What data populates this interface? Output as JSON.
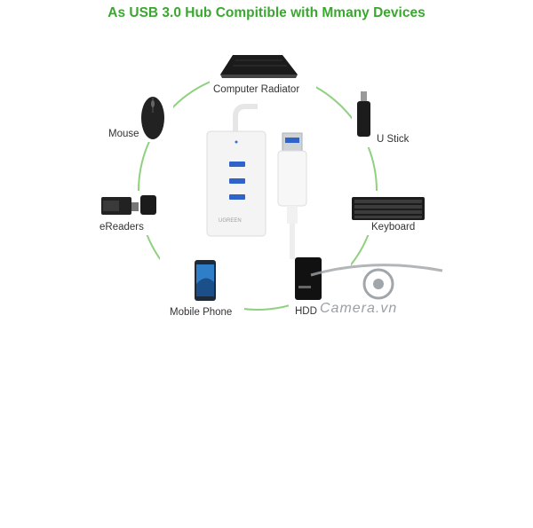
{
  "title": "As USB 3.0 Hub Compitible with Mmany Devices",
  "devices": {
    "computer_radiator": "Computer Radiator",
    "u_stick": "U Stick",
    "mouse": "Mouse",
    "ereaders": "eReaders",
    "keyboard": "Keyboard",
    "mobile_phone": "Mobile Phone",
    "hdd": "HDD"
  },
  "hub": {
    "brand": "UGREEN"
  },
  "watermark": {
    "text": "Camera.vn"
  },
  "colors": {
    "accent_green": "#3aa72f",
    "circle_green": "#8fd17f"
  }
}
